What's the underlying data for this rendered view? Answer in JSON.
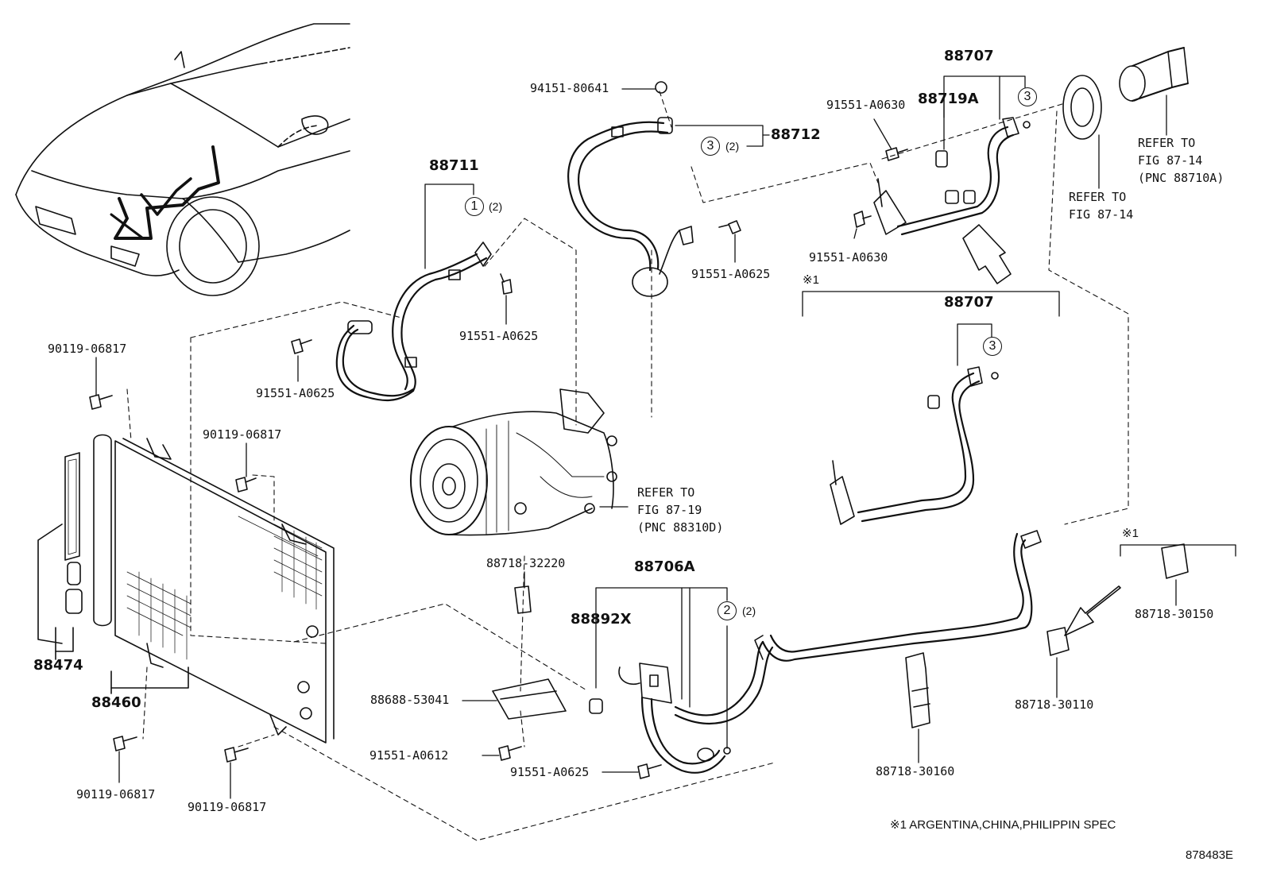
{
  "diagram_code": "878483E",
  "footnote": "※1 ARGENTINA,CHINA,PHILIPPIN SPEC",
  "spec_mark": "※1",
  "refs": {
    "fig_87_14_pnc": [
      "REFER TO",
      "FIG 87-14",
      "(PNC 88710A)"
    ],
    "fig_87_14": [
      "REFER TO",
      "FIG 87-14"
    ],
    "fig_87_19": [
      "REFER TO",
      "FIG 87-19",
      "(PNC 88310D)"
    ]
  },
  "parts": {
    "p88707_top": "88707",
    "p88719A": "88719A",
    "p91551_A0630_a": "91551-A0630",
    "p91551_A0630_b": "91551-A0630",
    "p94151_80641": "94151-80641",
    "p88712": "88712",
    "p91551_A0625_a": "91551-A0625",
    "p88711": "88711",
    "p91551_A0625_b": "91551-A0625",
    "p91551_A0625_c": "91551-A0625",
    "p88707_spec": "88707",
    "p90119_06817_a": "90119-06817",
    "p90119_06817_b": "90119-06817",
    "p90119_06817_c": "90119-06817",
    "p90119_06817_d": "90119-06817",
    "p88474": "88474",
    "p88460": "88460",
    "p88718_32220": "88718-32220",
    "p88706A": "88706A",
    "p88892X": "88892X",
    "p88688_53041": "88688-53041",
    "p91551_A0612": "91551-A0612",
    "p91551_A0625_d": "91551-A0625",
    "p88718_30160": "88718-30160",
    "p88718_30110": "88718-30110",
    "p88718_30150": "88718-30150"
  },
  "callouts": {
    "c1": "1",
    "c1_qty": "(2)",
    "c2": "2",
    "c2_qty": "(2)",
    "c3_a": "3",
    "c3_a_qty": "(2)",
    "c3_b": "3",
    "c3_c": "3"
  }
}
